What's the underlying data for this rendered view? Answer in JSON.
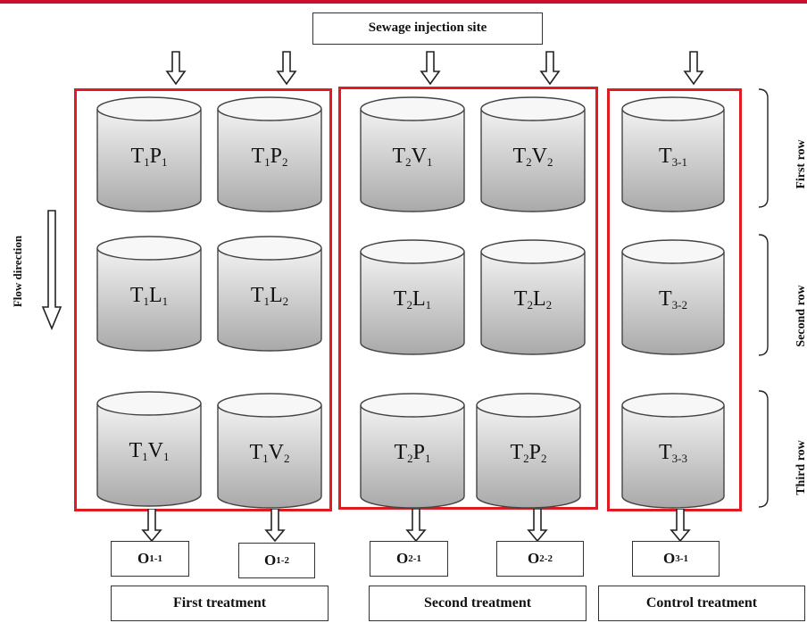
{
  "sewage_label": "Sewage injection site",
  "flow_label": "Flow direction",
  "rows": [
    "First row",
    "Second row",
    "Third row"
  ],
  "tanks": {
    "t1p1": {
      "main": "T",
      "sub1": "1",
      "letter": "P",
      "sub2": "1"
    },
    "t1p2": {
      "main": "T",
      "sub1": "1",
      "letter": "P",
      "sub2": "2"
    },
    "t1l1": {
      "main": "T",
      "sub1": "1",
      "letter": "L",
      "sub2": "1"
    },
    "t1l2": {
      "main": "T",
      "sub1": "1",
      "letter": "L",
      "sub2": "2"
    },
    "t1v1": {
      "main": "T",
      "sub1": "1",
      "letter": "V",
      "sub2": "1"
    },
    "t1v2": {
      "main": "T",
      "sub1": "1",
      "letter": "V",
      "sub2": "2"
    },
    "t2v1": {
      "main": "T",
      "sub1": "2",
      "letter": "V",
      "sub2": "1"
    },
    "t2v2": {
      "main": "T",
      "sub1": "2",
      "letter": "V",
      "sub2": "2"
    },
    "t2l1": {
      "main": "T",
      "sub1": "2",
      "letter": "L",
      "sub2": "1"
    },
    "t2l2": {
      "main": "T",
      "sub1": "2",
      "letter": "L",
      "sub2": "2"
    },
    "t2p1": {
      "main": "T",
      "sub1": "2",
      "letter": "P",
      "sub2": "1"
    },
    "t2p2": {
      "main": "T",
      "sub1": "2",
      "letter": "P",
      "sub2": "2"
    },
    "t31": {
      "main": "T",
      "sub1": "3-1",
      "letter": "",
      "sub2": ""
    },
    "t32": {
      "main": "T",
      "sub1": "3-2",
      "letter": "",
      "sub2": ""
    },
    "t33": {
      "main": "T",
      "sub1": "3-3",
      "letter": "",
      "sub2": ""
    }
  },
  "outlets": {
    "o11": {
      "main": "O",
      "sub": "1-1"
    },
    "o12": {
      "main": "O",
      "sub": "1-2"
    },
    "o21": {
      "main": "O",
      "sub": "2-1"
    },
    "o22": {
      "main": "O",
      "sub": "2-2"
    },
    "o31": {
      "main": "O",
      "sub": "3-1"
    }
  },
  "treatments": [
    "First treatment",
    "Second treatment",
    "Control treatment"
  ],
  "colors": {
    "group_border": "#e11b22",
    "top_bar": "#c8102e",
    "tank_light": "#f2f2f2",
    "tank_dark": "#a9a9a9"
  }
}
